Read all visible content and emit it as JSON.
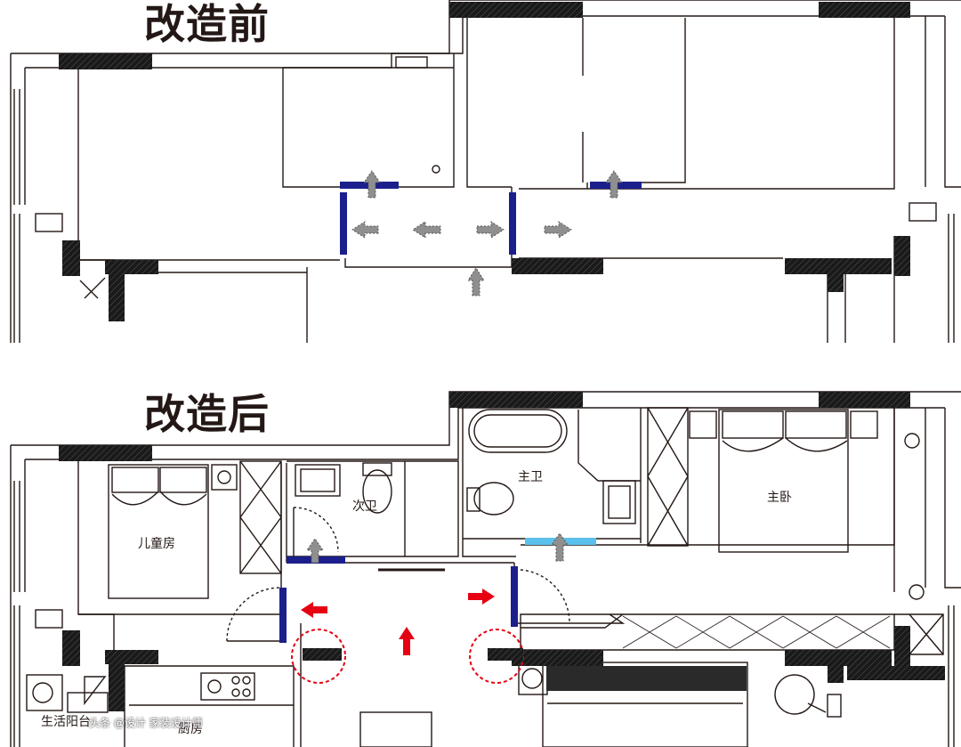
{
  "titles": {
    "before": "改造前",
    "after": "改造后"
  },
  "rooms": {
    "kids_room": "儿童房",
    "second_bath": "次卫",
    "master_bath": "主卫",
    "master_bedroom": "主卧",
    "kitchen": "厨房",
    "service_balcony": "生活阳台"
  },
  "watermark": "头条 @设计 家装设计师",
  "colors": {
    "line": "#231815",
    "wall_fill": "#1a1a1a",
    "blue_wall": "#1b1f8c",
    "light_blue_wall": "#5bc0eb",
    "gray_arrow": "#8f8f8f",
    "red_arrow": "#e60012",
    "red_dash_circle": "#e60012"
  }
}
